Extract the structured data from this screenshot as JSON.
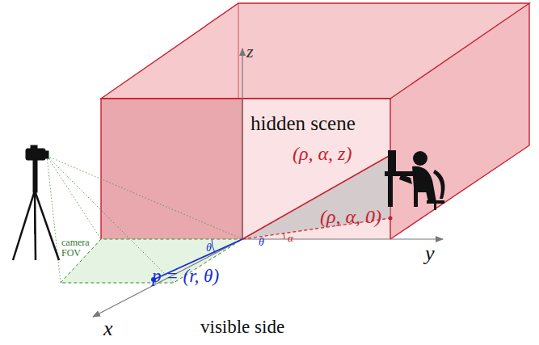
{
  "diagram": {
    "labels": [
      "z",
      "hidden scene",
      "(ρ, α, z)",
      "(ρ, α, 0)",
      "θ",
      "θ",
      "α",
      "y",
      "camera FOV",
      "p = (r, θ)",
      "x",
      "visible side"
    ]
  }
}
